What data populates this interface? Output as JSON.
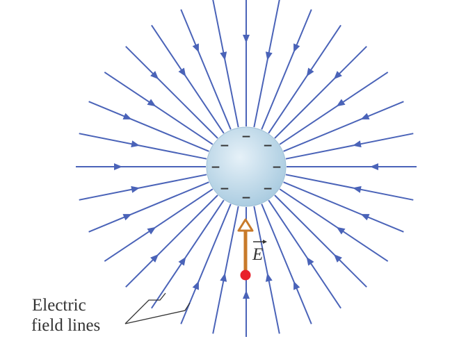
{
  "diagram": {
    "caption_lines": [
      "Electric",
      "field lines"
    ],
    "vector_symbol": "E",
    "charge_symbol": "−",
    "charge_sign": "negative",
    "field_line_count": 32,
    "field_direction": "inward",
    "colors": {
      "field_line": "#4a63b8",
      "sphere_center": "#e6f1f8",
      "sphere_edge": "#a9cbe0",
      "vector_arrow": "#c87a2a",
      "test_charge": "#e8202a",
      "text": "#333333"
    }
  }
}
